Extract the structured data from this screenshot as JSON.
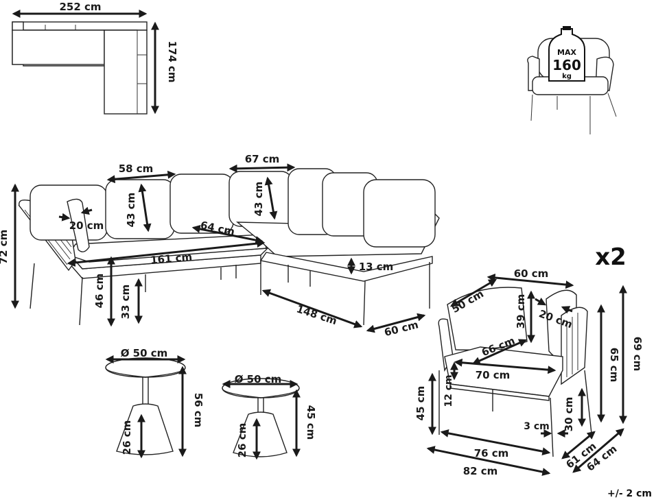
{
  "sofa_plan": {
    "width": "252 cm",
    "depth": "174 cm"
  },
  "max_load": {
    "max": "MAX",
    "value": "160",
    "unit": "kg"
  },
  "sofa": {
    "back_cushion_width": "58 cm",
    "corner_cushion_width": "67 cm",
    "back_cushion_height_left": "43 cm",
    "back_cushion_height_right": "43 cm",
    "cushion_thickness": "20 cm",
    "seat_depth": "64 cm",
    "long_side_length": "161 cm",
    "total_height": "72 cm",
    "seat_height": "46 cm",
    "leg_height": "33 cm",
    "seat_cushion_thickness": "13 cm",
    "short_side_length": "148 cm",
    "module_depth": "60 cm"
  },
  "table_large": {
    "diameter": "Ø 50 cm",
    "height": "56 cm",
    "base_height": "26 cm"
  },
  "table_small": {
    "diameter": "Ø 50 cm",
    "height": "45 cm",
    "base_height": "26 cm"
  },
  "chair": {
    "quantity": "x2",
    "back_width": "60 cm",
    "back_cushion_width": "50 cm",
    "back_cushion_height": "39 cm",
    "cushion_thickness": "20 cm",
    "seat_depth": "66 cm",
    "seat_width": "70 cm",
    "seat_cushion_thickness": "12 cm",
    "seat_height": "45 cm",
    "armrest_height": "65 cm",
    "total_height": "69 cm",
    "leg_height": "30 cm",
    "leg_gap": "3 cm",
    "inner_width": "76 cm",
    "total_width": "82 cm",
    "inner_depth": "61 cm",
    "total_depth": "64 cm"
  },
  "tolerance": "+/- 2 cm"
}
